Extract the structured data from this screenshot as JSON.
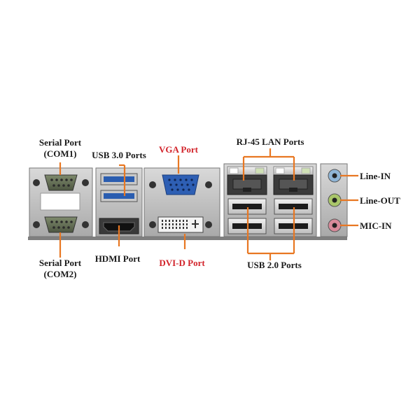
{
  "labels": {
    "serial_com1_line1": "Serial Port",
    "serial_com1_line2": "(COM1)",
    "usb3": "USB 3.0 Ports",
    "vga": "VGA Port",
    "rj45": "RJ-45 LAN Ports",
    "line_in": "Line-IN",
    "line_out": "Line-OUT",
    "mic_in": "MIC-IN",
    "serial_com2_line1": "Serial Port",
    "serial_com2_line2": "(COM2)",
    "hdmi": "HDMI Port",
    "dvid": "DVI-D Port",
    "usb2": "USB 2.0 Ports"
  },
  "colors": {
    "callout_line": "#e87722",
    "red_label": "#d2232a",
    "black_label": "#1a1a1a",
    "usb3_blue": "#2a5db0",
    "vga_blue": "#2e5fb4",
    "line_in_jack": "#8fb5d6",
    "line_out_jack": "#a9c66a",
    "mic_in_jack": "#d88a9a"
  },
  "icons": {
    "serial": "db9-connector-icon",
    "usb3": "usb3-port-icon",
    "hdmi": "hdmi-port-icon",
    "vga": "vga-connector-icon",
    "dvi": "dvi-connector-icon",
    "rj45": "rj45-port-icon",
    "usb2": "usb2-port-icon",
    "audio": "audio-jack-icon"
  }
}
